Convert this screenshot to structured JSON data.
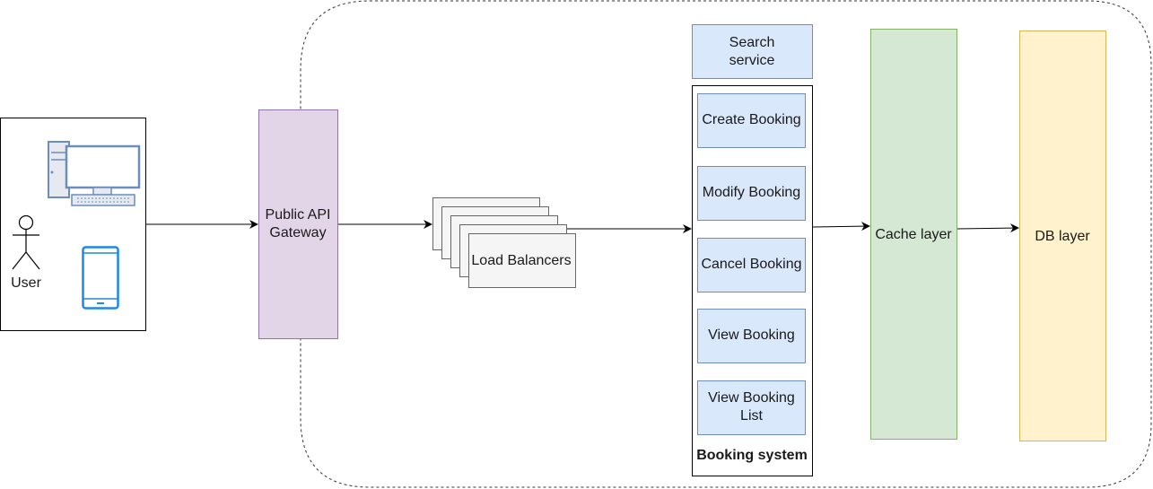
{
  "client": {
    "actor_label": "User"
  },
  "gateway": {
    "line1": "Public API",
    "line2": "Gateway"
  },
  "load_balancers": {
    "label": "Load Balancers"
  },
  "search_service": {
    "line1": "Search",
    "line2": "service"
  },
  "booking_system": {
    "title": "Booking system",
    "items": [
      {
        "lines": [
          "Create Booking"
        ]
      },
      {
        "lines": [
          "Modify Booking"
        ]
      },
      {
        "lines": [
          "Cancel Booking"
        ]
      },
      {
        "lines": [
          "View Booking"
        ]
      },
      {
        "lines": [
          "View Booking",
          "List"
        ]
      }
    ]
  },
  "cache": {
    "label": "Cache layer"
  },
  "db": {
    "label": "DB layer"
  },
  "colors": {
    "gateway_fill": "#e1d5e7",
    "gateway_stroke": "#9673a6",
    "service_fill": "#dae8fc",
    "service_stroke": "#6c8ebf",
    "cache_fill": "#d5e8d4",
    "cache_stroke": "#82b366",
    "db_fill": "#fff2cc",
    "db_stroke": "#d6b656",
    "lb_fill": "#f5f5f5",
    "lb_stroke": "#666666",
    "device_stroke": "#6c8ebf",
    "phone_stroke": "#1e88e5"
  }
}
